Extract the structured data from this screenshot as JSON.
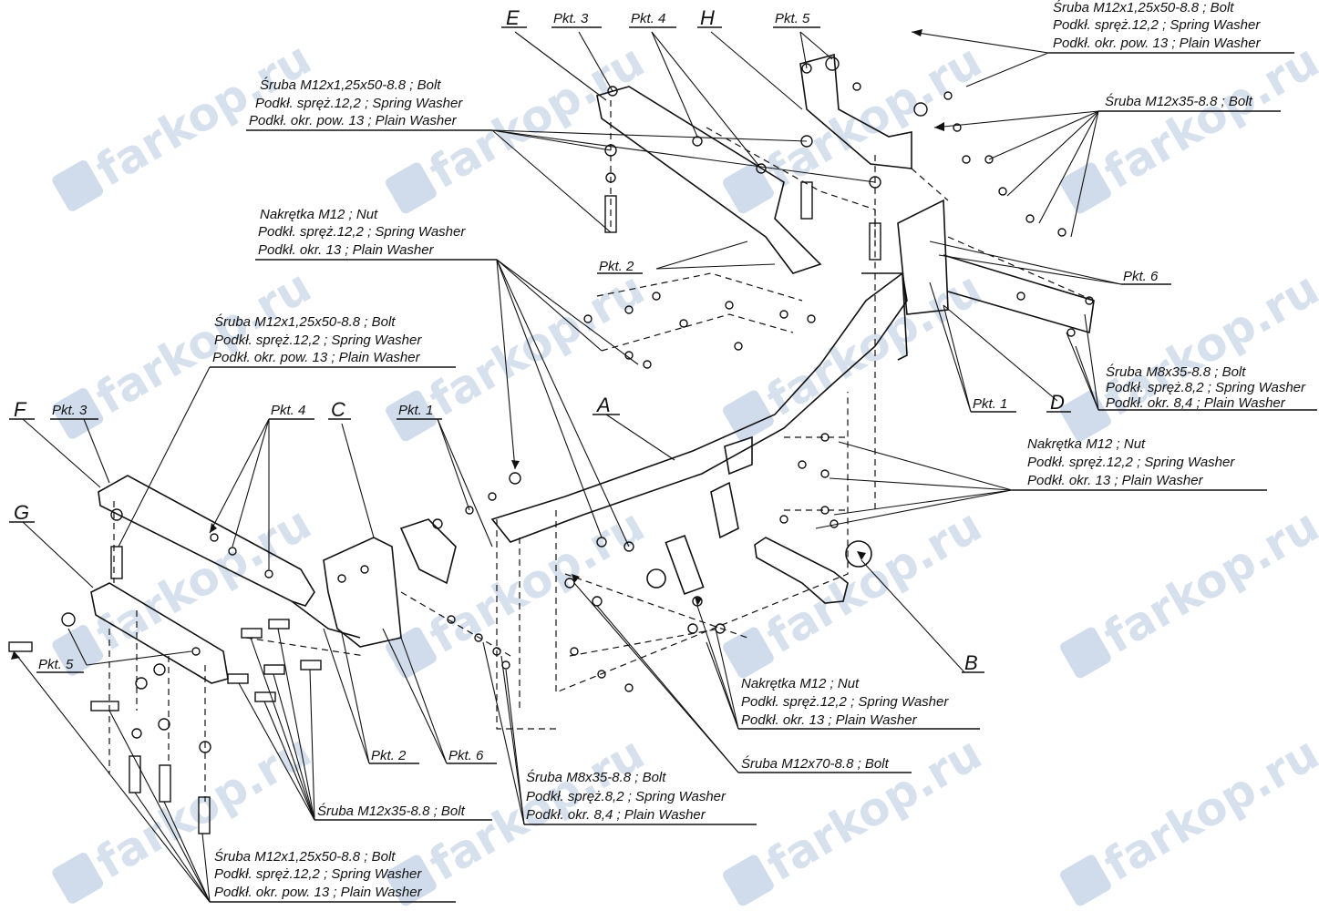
{
  "parts": {
    "A": "A",
    "B": "B",
    "C": "C",
    "D": "D",
    "E": "E",
    "F": "F",
    "G": "G",
    "H": "H"
  },
  "pkt": {
    "p1": "Pkt. 1",
    "p2": "Pkt. 2",
    "p3": "Pkt. 3",
    "p4": "Pkt. 4",
    "p5": "Pkt. 5",
    "p6": "Pkt. 6"
  },
  "callouts": {
    "top_right_bolt": [
      "Śruba M12x1,25x50-8.8 ; Bolt",
      "Podkł. spręż.12,2 ; Spring Washer",
      "Podkł. okr. pow. 13 ; Plain Washer"
    ],
    "m12x35_right": [
      "Śruba M12x35-8.8 ;  Bolt"
    ],
    "upper_left_bolt": [
      "Śruba M12x1,25x50-8.8 ;  Bolt",
      "Podkł. spręż.12,2 ; Spring Washer",
      "Podkł. okr. pow. 13 ; Plain Washer"
    ],
    "nut_upper": [
      "Nakrętka  M12 ; Nut",
      "Podkł. spręż.12,2 ; Spring Washer",
      "Podkł. okr. 13 ; Plain Washer"
    ],
    "mid_left_bolt": [
      "Śruba M12x1,25x50-8.8 ;  Bolt",
      "Podkł. spręż.12,2 ; Spring Washer",
      "Podkł. okr. pow. 13 ; Plain Washer"
    ],
    "m8_right": [
      "Śruba M8x35-8.8 ;  Bolt",
      "Podkł. spręż.8,2 ; Spring Washer",
      "Podkł. okr. 8,4 ; Plain Washer"
    ],
    "nut_right": [
      "Nakrętka  M12 ; Nut",
      "Podkł. spręż.12,2 ; Spring Washer",
      "Podkł. okr. 13 ; Plain Washer"
    ],
    "nut_lower": [
      "Nakrętka  M12 ; Nut",
      "Podkł. spręż.12,2 ; Spring Washer",
      "Podkł. okr. 13 ; Plain Washer"
    ],
    "m12x70": [
      "Śruba M12x70-8.8 ;  Bolt"
    ],
    "m8_lower": [
      "Śruba M8x35-8.8 ;  Bolt",
      "Podkł. spręż.8,2 ; Spring Washer",
      "Podkł. okr. 8,4 ; Plain Washer"
    ],
    "m12x35_lower": [
      "Śruba M12x35-8.8 ; Bolt"
    ],
    "bottom_left_bolt": [
      "Śruba M12x1,25x50-8.8 ;  Bolt",
      "Podkł. spręż.12,2 ; Spring Washer",
      "Podkł. okr. pow. 13 ; Plain Washer"
    ]
  },
  "watermark": {
    "text": "farkop.ru",
    "icon": "car-logo-icon",
    "color": "#8aa8cc"
  }
}
